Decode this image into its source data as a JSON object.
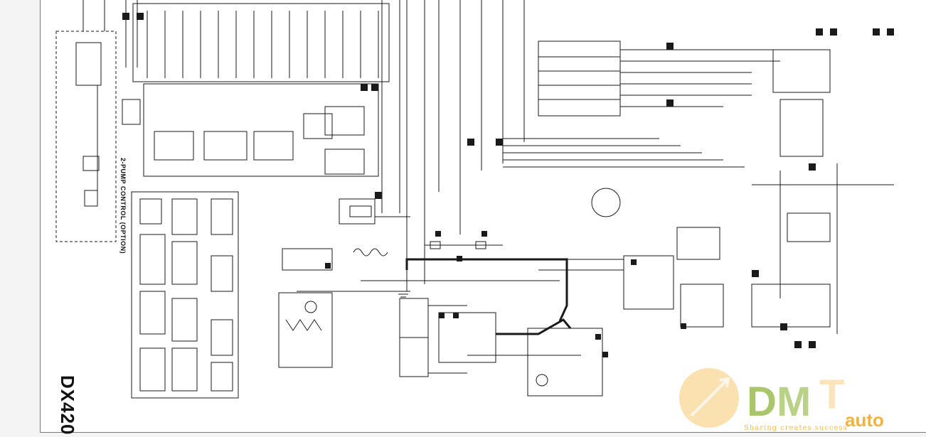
{
  "diagram": {
    "model": "DX420",
    "option_box_title": "2-PUMP CONTROL (OPTION)",
    "colors": {
      "ink": "#1a1a1a",
      "paper": "#ffffff",
      "watermark": "#f2a81a",
      "watermark_green": "#8db33a"
    }
  },
  "watermark": {
    "brand": "auto",
    "slogan": "Sharing creates success"
  }
}
